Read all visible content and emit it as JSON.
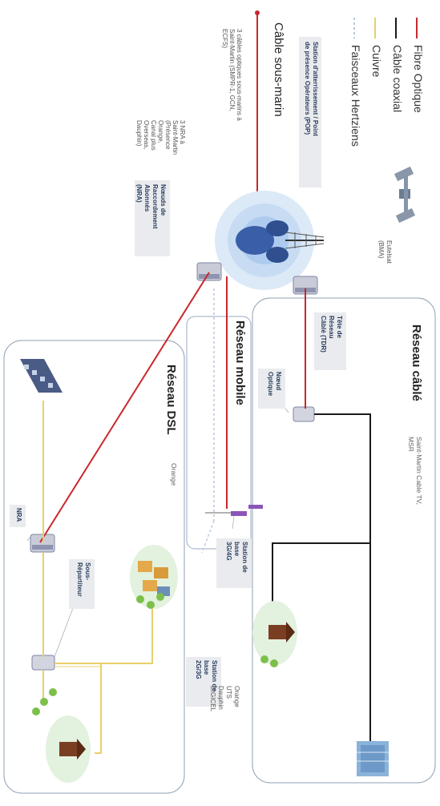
{
  "legend": {
    "items": [
      {
        "label": "Fibre Optique",
        "color": "#c8282d"
      },
      {
        "label": "Câble coaxial",
        "color": "#1a1a1a"
      },
      {
        "label": "Cuivre",
        "color": "#e8cf6a"
      },
      {
        "label": "Faisceaux Hertziens",
        "color": "#b8c9de"
      }
    ]
  },
  "satellite_label": "Eutelsat\n(BMA)",
  "submarine": {
    "title": "Câble sous-marin",
    "note": "3 câbles optiques sous-marins à\nSaint-Martin (SMPR-1, GCN,\nECFS)"
  },
  "pof_label": "Station d'atterrissement / Point\nde présence Opérateurs (POP)",
  "nra_box_label": "Nœuds de\nRaccordement\nAbonnés\n(NRA)",
  "nra_note": "3 NRA à\nSaint-Martin\n(Présence\nOrange,\nCanal plus\nOverseas,\nDauphin)",
  "cable": {
    "title": "Réseau câblé",
    "subtitle": "Saint-Martin Cable TV,\nMSR",
    "tdr_label": "Tête de\nRéseau\nCâblé (TDR)",
    "noeud_label": "Nœud\nOptique"
  },
  "mobile": {
    "title": "Réseau mobile",
    "station1": "Station de\nbase\n3G/4G",
    "station2": "Station de\nbase\n2G/3G",
    "operators": "Orange\nUTS\nDauphin\nDIGICEL"
  },
  "dsl": {
    "title": "Réseau DSL",
    "subtitle": "Orange",
    "nra": "NRA",
    "sous_rep": "Sous-\nRépartiteur"
  },
  "icons": [
    "satellite-icon",
    "antenna-dish-icon",
    "switch-icon",
    "building-icon",
    "house-icon",
    "tree-icon",
    "city-block-icon",
    "tower-icon"
  ]
}
